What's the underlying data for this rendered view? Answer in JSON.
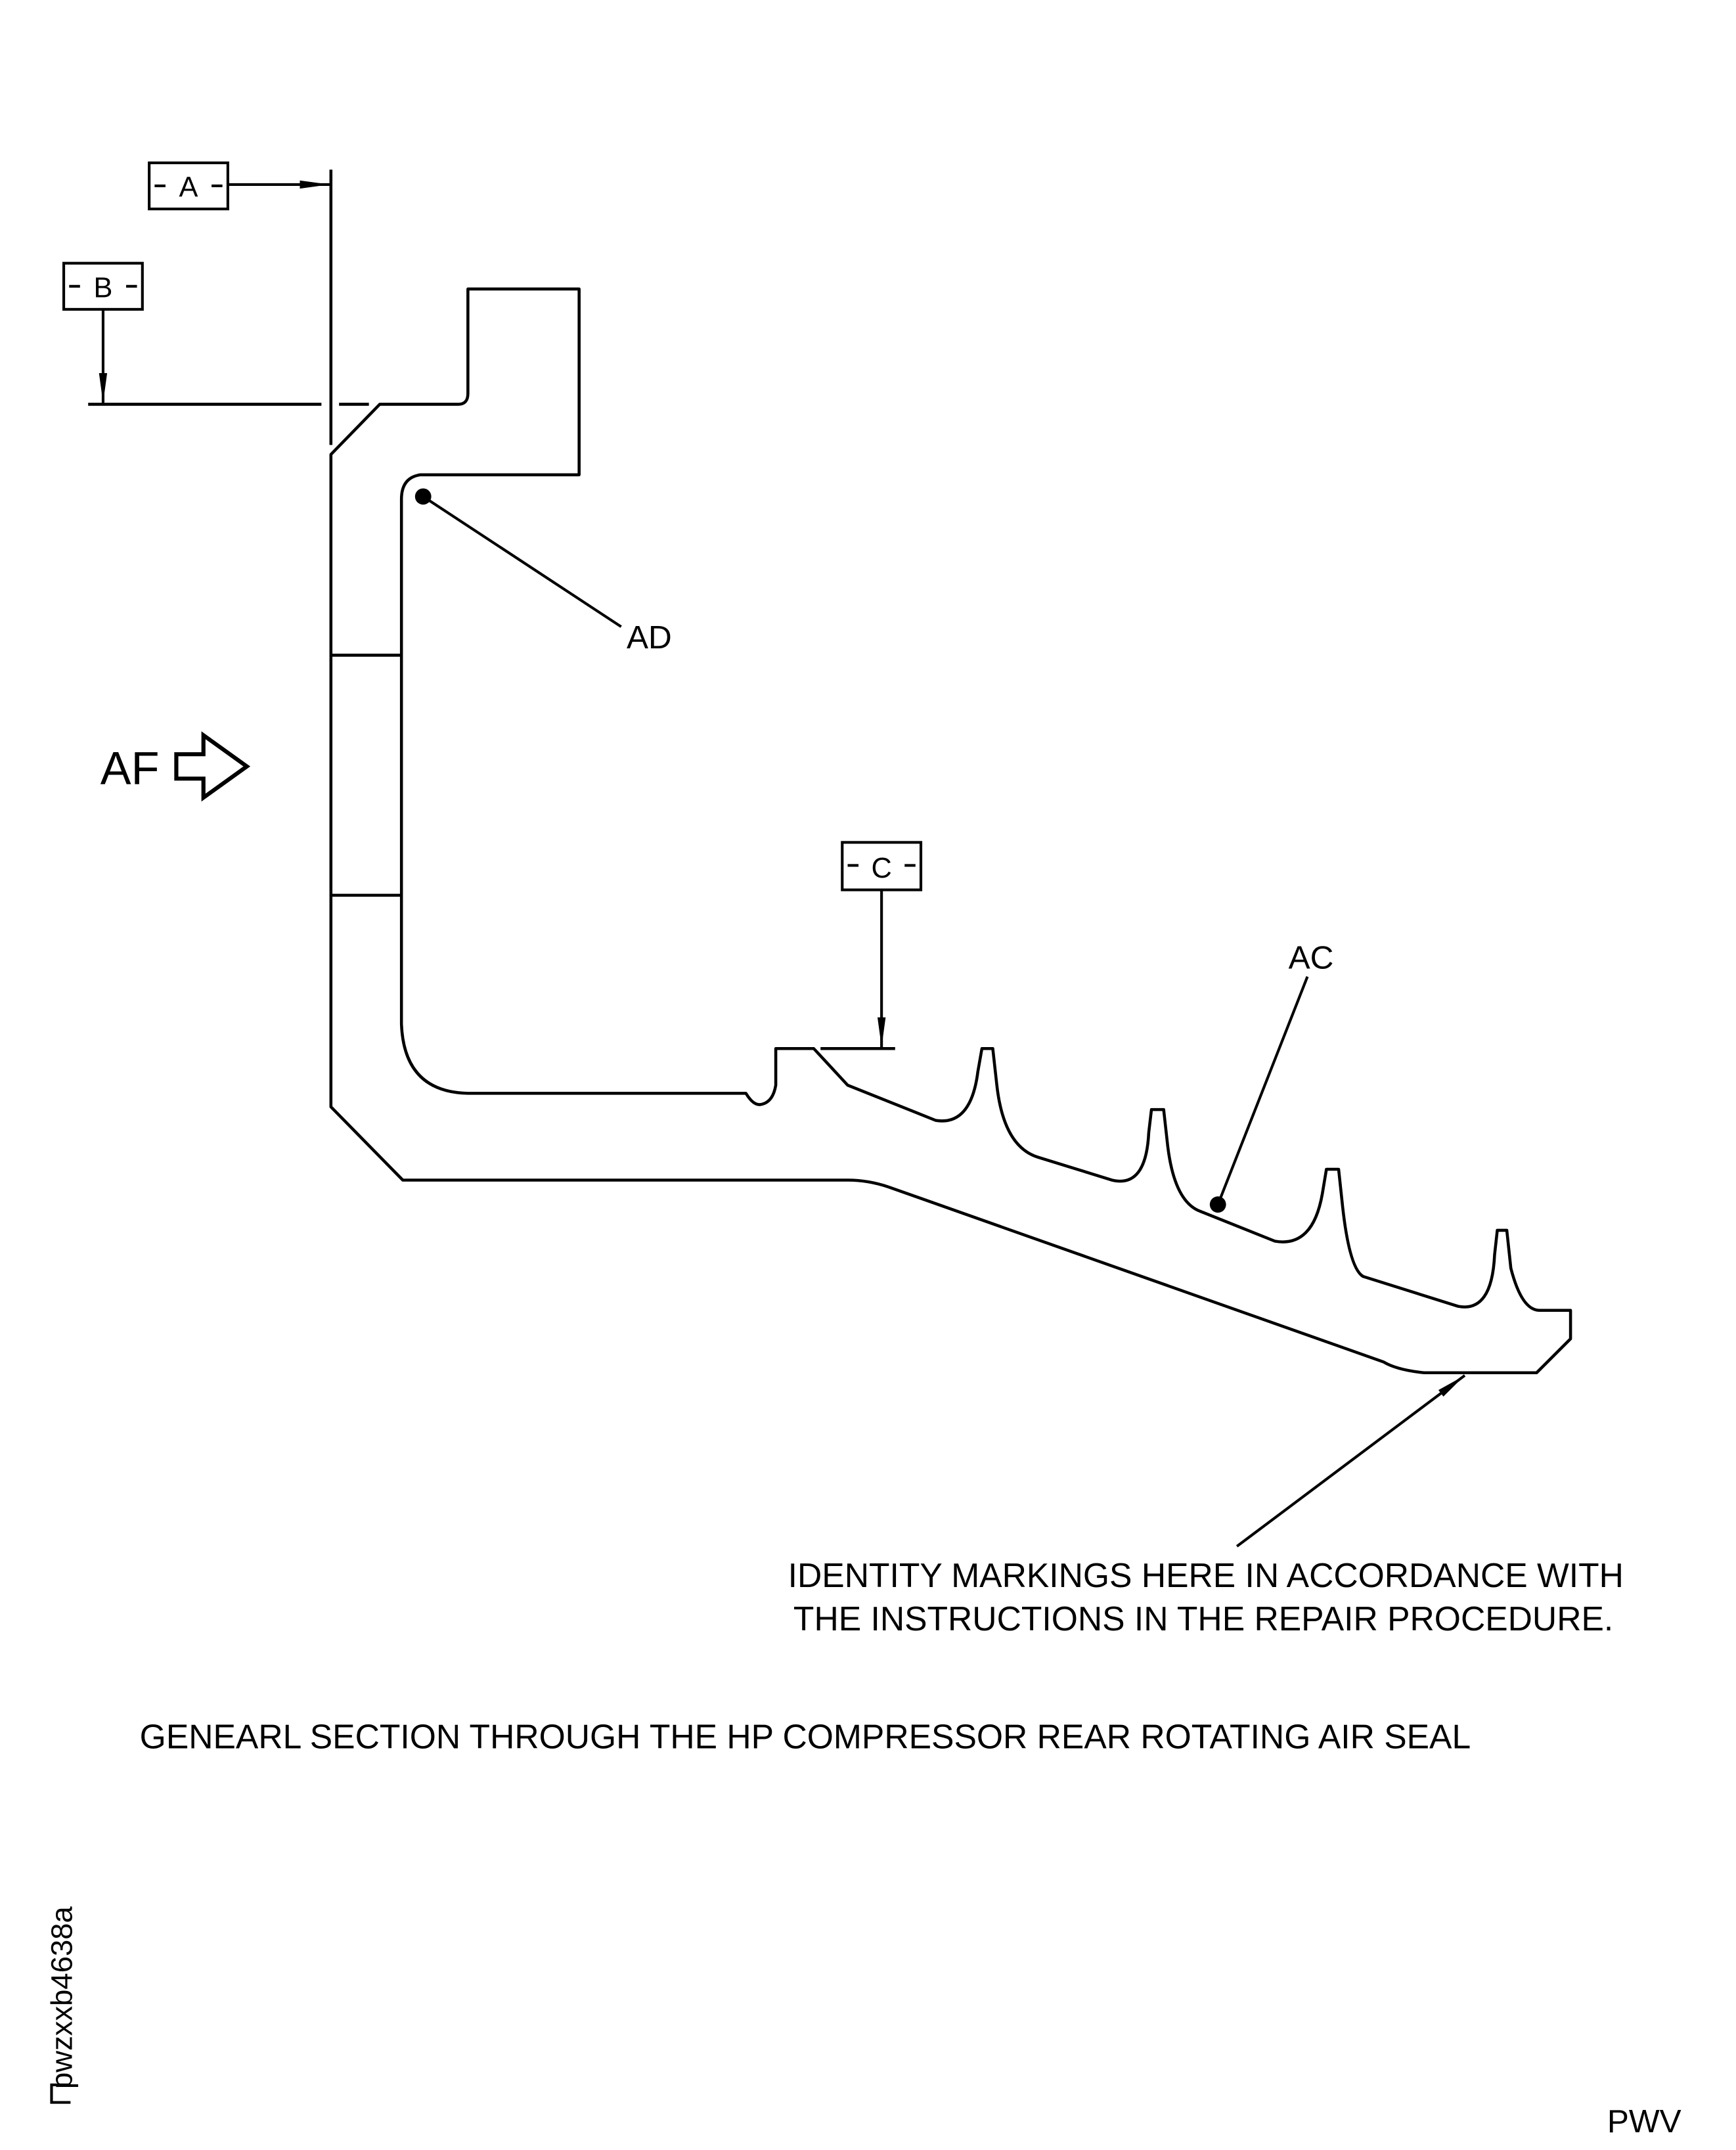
{
  "datums": {
    "a": "A",
    "b": "B",
    "c": "C"
  },
  "callouts": {
    "ad": "AD",
    "ac": "AC",
    "af": "AF"
  },
  "note": {
    "line1": "IDENTITY MARKINGS HERE IN ACCORDANCE WITH",
    "line2": "THE INSTRUCTIONS IN THE REPAIR PROCEDURE."
  },
  "caption": "GENEARL SECTION THROUGH THE HP COMPRESSOR REAR ROTATING AIR SEAL",
  "figure_id": "pwzxxb4638a",
  "footer_mark": "PWV"
}
